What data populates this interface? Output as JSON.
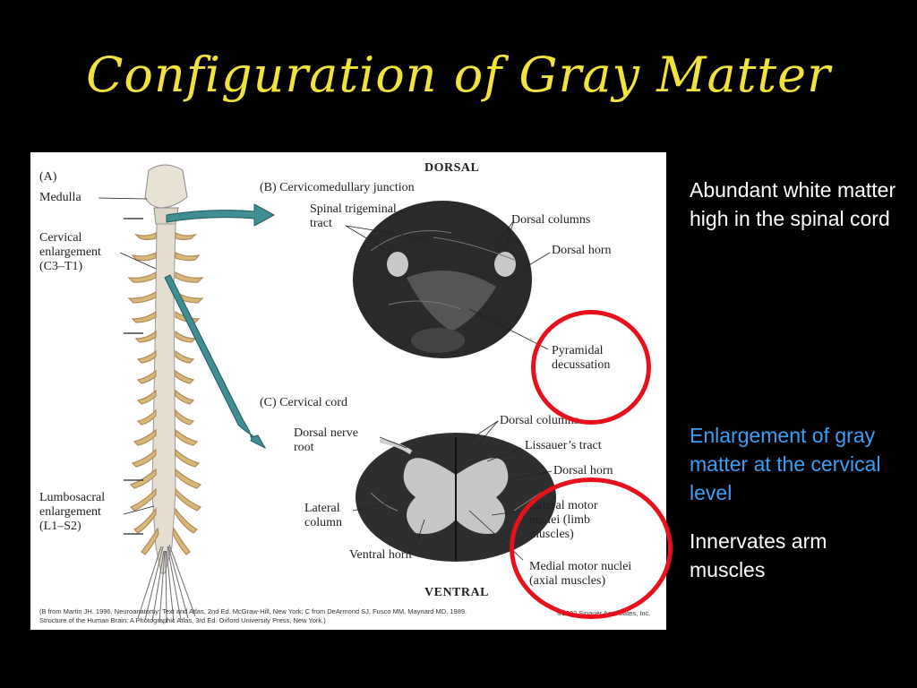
{
  "slide": {
    "title": "Configuration of Gray Matter",
    "accent_color": "#f2e33a",
    "highlight_color": "#3aa0f5",
    "circle_color": "#e8101a"
  },
  "figure": {
    "panel_a": "(A)",
    "medulla": "Medulla",
    "cervical_enlargement": "Cervical\nenlargement\n(C3–T1)",
    "lumbosacral_enlargement": "Lumbosacral\nenlargement\n(L1–S2)",
    "dorsal": "DORSAL",
    "ventral": "VENTRAL",
    "panel_b": "(B)  Cervicomedullary junction",
    "spinal_trigeminal": "Spinal trigeminal\ntract",
    "dorsal_columns_b": "Dorsal columns",
    "dorsal_horn_b": "Dorsal horn",
    "pyramidal_decussation": "Pyramidal\ndecussation",
    "panel_c": "(C)  Cervical cord",
    "dorsal_nerve_root": "Dorsal nerve\nroot",
    "dorsal_columns_c": "Dorsal columns",
    "lissauers_tract": "Lissauer’s tract",
    "dorsal_horn_c": "Dorsal horn",
    "lateral_column": "Lateral\ncolumn",
    "ventral_horn": "Ventral horn",
    "lateral_motor_nuclei": "Lateral motor\nnuclei (limb\nmuscles)",
    "medial_motor_nuclei": "Medial motor nuclei\n(axial muscles)",
    "credit_line1": "(B from Martin JH. 1996. Neuroanatomy: Text and Atlas, 2nd Ed. McGraw-Hill, New York; C from DeArmond SJ, Fusco MM, Maynard MD. 1989.",
    "credit_line2": "Structure of the Human Brain: A Photographic Atlas, 3rd Ed. Oxford University Press, New York.)",
    "credit_right": "©2002 Sinauer Associates, Inc."
  },
  "side": {
    "point1": "Abundant white matter high in the spinal cord",
    "point2": "Enlargement of gray matter at the cervical level",
    "point3": "Innervates arm muscles"
  }
}
